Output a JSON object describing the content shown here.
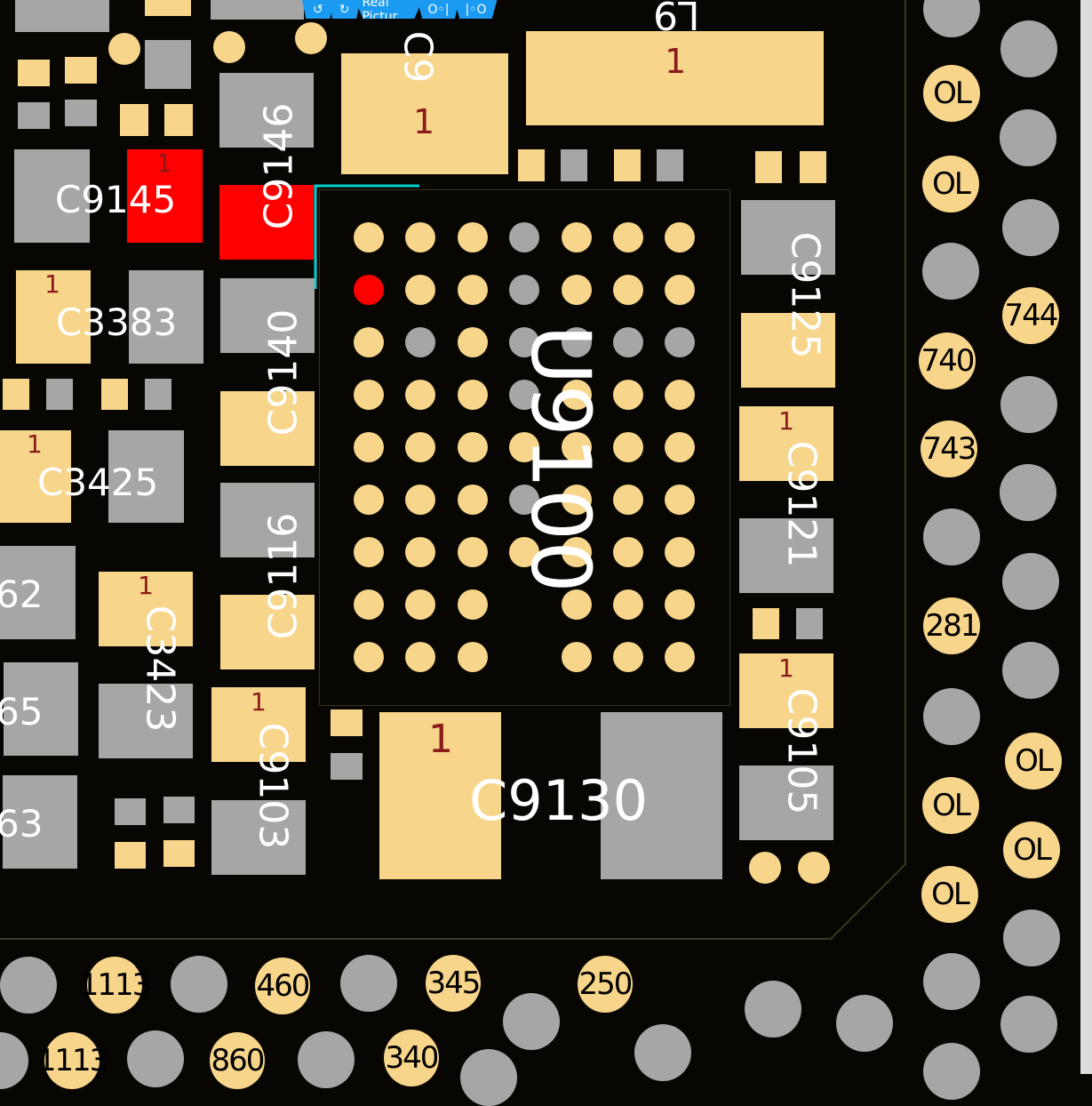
{
  "toolbar": {
    "buttons": [
      {
        "name": "undo-button",
        "icon": "undo-icon",
        "label": "↺"
      },
      {
        "name": "redo-button",
        "icon": "redo-icon",
        "label": "↻"
      },
      {
        "name": "real-picture-button",
        "label": "Real Pictur"
      },
      {
        "name": "flip-left-button",
        "icon": "mirror-left-icon",
        "label": "O◦|"
      },
      {
        "name": "flip-right-button",
        "icon": "mirror-right-icon",
        "label": "|◦O"
      }
    ]
  },
  "colors": {
    "pad": "#f7d58a",
    "pad_gray": "#a6a6a6",
    "highlight": "#ff0000",
    "board": "#070603",
    "silk": "#ffffff",
    "pin1": "#8b1a1a",
    "selection": "#00d0d0"
  },
  "components": {
    "c9_partial": "C9",
    "l9_partial": "L9",
    "c9145": "C9145",
    "c9146": "C9146",
    "c3383": "C3383",
    "c9140": "C9140",
    "c3425": "C3425",
    "c9116": "C9116",
    "c3423": "C3423",
    "c9103": "C9103",
    "c9130": "C9130",
    "c9125": "C9125",
    "c9121": "C9121",
    "c9105": "C9105",
    "u9100": "U9100",
    "p62": "62",
    "p65": "65",
    "p63": "63"
  },
  "pin1_marker": "1",
  "test_points_right": [
    "OL",
    "OL",
    "744",
    "740",
    "743",
    "281",
    "OL",
    "OL",
    "OL",
    "OL"
  ],
  "test_points_bottom": [
    "1113",
    "460",
    "345",
    "250",
    "1113",
    "860",
    "340"
  ]
}
